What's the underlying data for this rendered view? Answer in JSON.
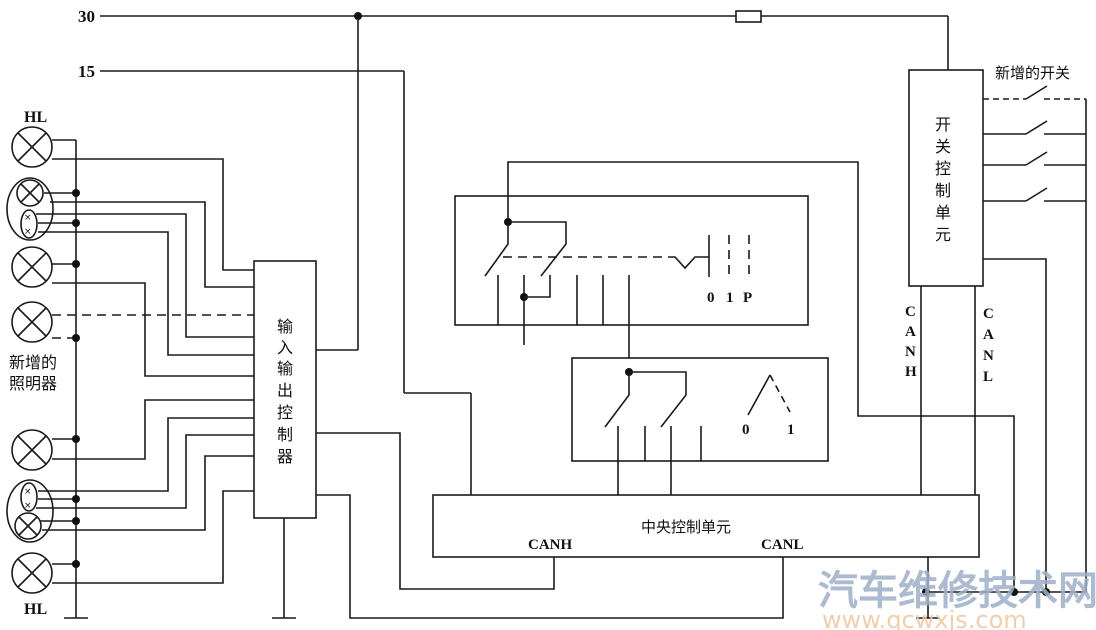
{
  "diagram": {
    "title": "",
    "power_lines": {
      "line_30": "30",
      "line_15": "15"
    },
    "lamps": {
      "top_label": "HL",
      "bottom_label": "HL",
      "new_lamp_label_line1": "新增的",
      "new_lamp_label_line2": "照明器"
    },
    "io_controller": {
      "label_chars": [
        "输",
        "入",
        "输",
        "出",
        "控",
        "制",
        "器"
      ]
    },
    "ignition_switch": {
      "positions": [
        "0",
        "1",
        "P"
      ]
    },
    "secondary_switch": {
      "positions": [
        "0",
        "1"
      ]
    },
    "central_unit": {
      "label": "中央控制单元",
      "canh": "CANH",
      "canl": "CANL"
    },
    "switch_control_unit": {
      "label_chars": [
        "开",
        "关",
        "控",
        "制",
        "单",
        "元"
      ],
      "new_switch_label": "新增的开关",
      "canh_chars": [
        "C",
        "A",
        "N",
        "H"
      ],
      "canl_chars": [
        "C",
        "A",
        "N",
        "L"
      ]
    },
    "watermark": {
      "cn": "汽车维修技术网",
      "url": "www.qcwxjs.com"
    }
  }
}
